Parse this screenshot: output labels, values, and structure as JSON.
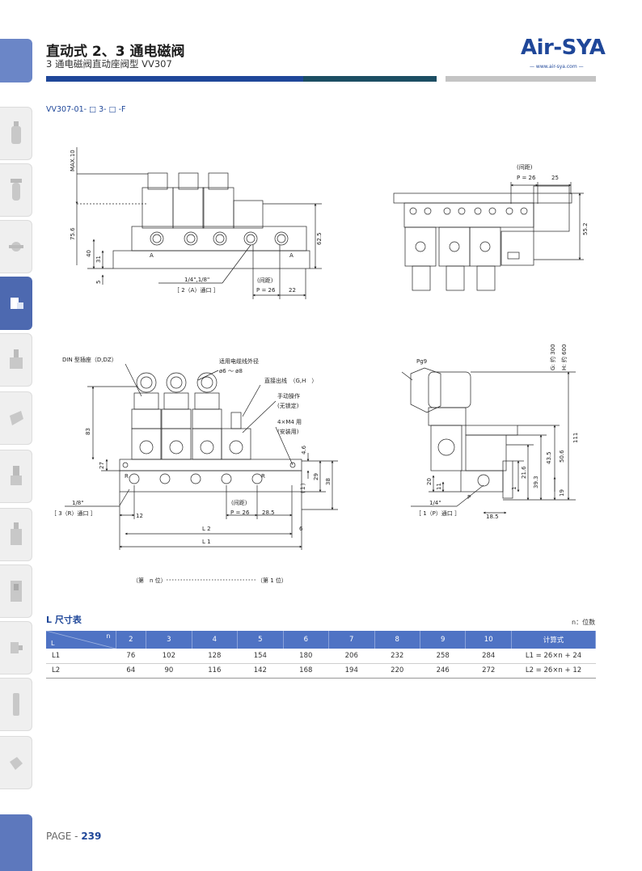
{
  "header": {
    "title": "直动式 2、3 通电磁阀",
    "subtitle": "3 通电磁阀直动座阀型 VV307",
    "logo": "Air-SYA",
    "logo_url": "www.air-sya.com"
  },
  "model_code": "VV307-01- □ 3- □ -F",
  "top_left_drawing": {
    "max_dim": "MAX.10",
    "h75": "75.6",
    "h40": "40",
    "h31": "31",
    "h5": "5",
    "h62": "62.5",
    "port_a1": "A",
    "port_a2": "A",
    "thread": "1/4\",1/8\"",
    "port_label": "［ 2（A）通口 ］",
    "pitch_note": "(间距)",
    "pitch": "P = 26",
    "d22": "22"
  },
  "top_right_drawing": {
    "pitch_note": "(间距)",
    "pitch": "P = 26",
    "d25": "25",
    "h55": "55.2"
  },
  "mid_left_drawing": {
    "din": "DIN 型插座（D,DZ）",
    "cable": "适用电缆线外径",
    "cable_range": "ø6 ～ ø8",
    "direct": "直接出线　（G,H　）",
    "manual": "手动操作",
    "manual_note": "(无锁定)",
    "mount": "4×M4 用",
    "mount_note": "(安装用)",
    "h83": "83",
    "h27": "27",
    "h46": "4.6",
    "h29": "29",
    "h38": "38",
    "h1": "(１)",
    "port_r1": "R",
    "port_r2": "R",
    "thread": "1/8\"",
    "port_label": "［ 3（R）通口 ］",
    "d12": "12",
    "pitch_note": "(间距)",
    "pitch": "P = 26",
    "d285": "28.5",
    "d6": "6",
    "l2": "L 2",
    "l1": "L 1",
    "pos_n": "（第　n 位）",
    "pos_1": "（第 1 位）"
  },
  "mid_right_drawing": {
    "pg": "Pg9",
    "g_len": "G: 约 300",
    "h_len": "H: 约 600",
    "h111": "111",
    "h506": "50.6",
    "h435": "43.5",
    "h393": "39.3",
    "h216": "21.6",
    "h19": "19",
    "h20": "20",
    "h11": "11",
    "h1": "1",
    "port_p": "P",
    "thread": "1/4\"",
    "port_label": "［ 1（P）通口 ］",
    "d185": "18.5"
  },
  "l_table": {
    "title": "L 尺寸表",
    "unit_note": "n：位数",
    "corner_n": "n",
    "corner_l": "L",
    "columns": [
      "2",
      "3",
      "4",
      "5",
      "6",
      "7",
      "8",
      "9",
      "10",
      "计算式"
    ],
    "rows": [
      {
        "label": "L1",
        "cells": [
          "76",
          "102",
          "128",
          "154",
          "180",
          "206",
          "232",
          "258",
          "284",
          "L1 = 26×n + 24"
        ]
      },
      {
        "label": "L2",
        "cells": [
          "64",
          "90",
          "116",
          "142",
          "168",
          "194",
          "220",
          "246",
          "272",
          "L2 = 26×n + 12"
        ]
      }
    ]
  },
  "footer": {
    "page_prefix": "PAGE - ",
    "page_number": "239"
  },
  "colors": {
    "brand_blue": "#1f4799",
    "table_header": "#4f73c4",
    "rail_active": "#4d69b0"
  }
}
